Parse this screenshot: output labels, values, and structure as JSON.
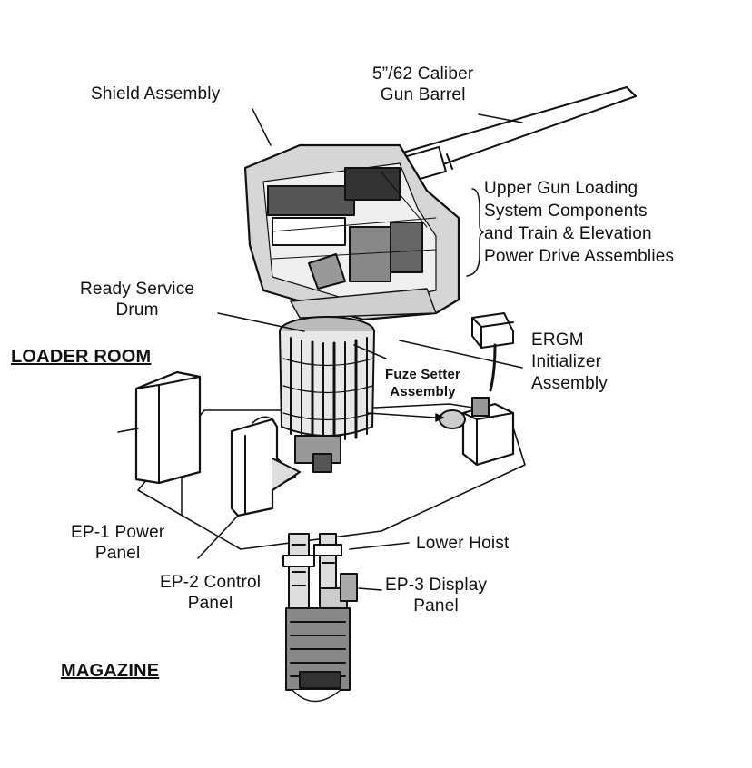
{
  "labels": {
    "shield_assembly": "Shield Assembly",
    "gun_barrel": [
      "5”/62 Caliber",
      "Gun Barrel"
    ],
    "upper_gun_loading": [
      "Upper Gun Loading",
      "System Components",
      "and Train & Elevation",
      "Power Drive Assemblies"
    ],
    "ready_service_drum": [
      "Ready Service",
      "Drum"
    ],
    "loader_room": "LOADER ROOM",
    "fuze_setter": [
      "Fuze Setter",
      "Assembly"
    ],
    "ergm_initializer": [
      "ERGM",
      "Initializer",
      "Assembly"
    ],
    "ep1_power_panel": [
      "EP-1 Power",
      "Panel"
    ],
    "ep2_control_panel": [
      "EP-2 Control",
      "Panel"
    ],
    "lower_hoist": "Lower Hoist",
    "ep3_display_panel": [
      "EP-3 Display",
      "Panel"
    ],
    "magazine": "MAGAZINE"
  },
  "colors": {
    "ink": "#111111",
    "background": "#ffffff",
    "shade": "#bdbdbd"
  }
}
